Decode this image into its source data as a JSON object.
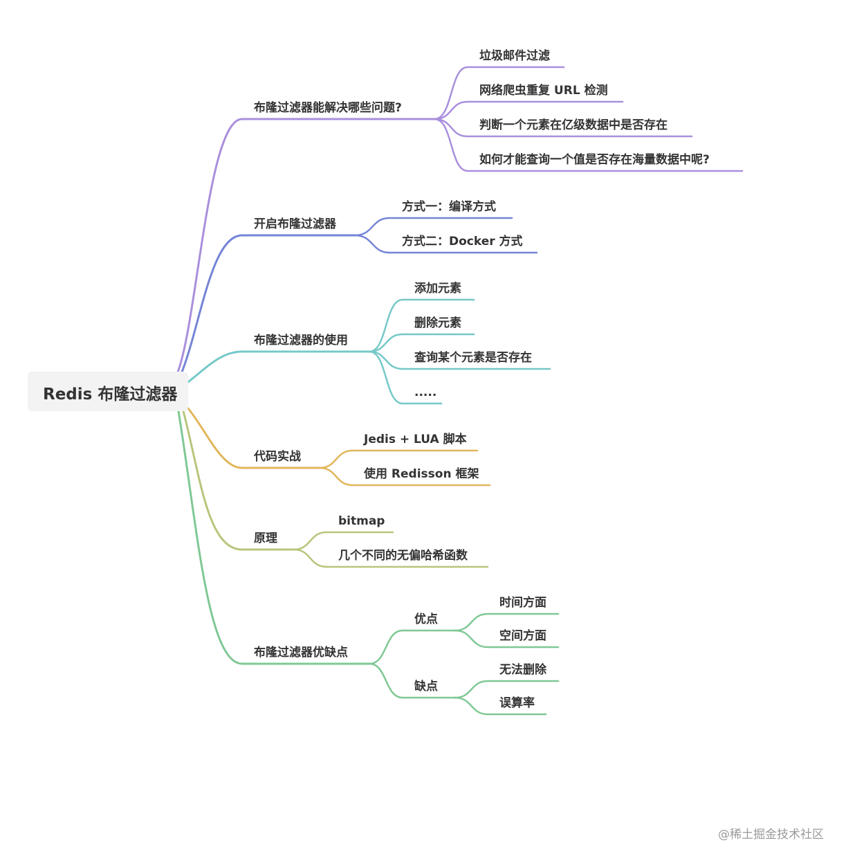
{
  "root": {
    "label": "Redis 布隆过滤器"
  },
  "colors": {
    "purple": "#a98fdc",
    "blue": "#7484d6",
    "teal": "#76c8c8",
    "orange": "#e1b65a",
    "olive": "#b6c67b",
    "green": "#7fc894",
    "root_bg": "#f3f3f3",
    "text": "#333333"
  },
  "branches": [
    {
      "label": "布隆过滤器能解决哪些问题?",
      "color": "purple",
      "children": [
        "垃圾邮件过滤",
        "网络爬虫重复 URL 检测",
        "判断一个元素在亿级数据中是否存在",
        "如何才能查询一个值是否存在海量数据中呢?"
      ]
    },
    {
      "label": "开启布隆过滤器",
      "color": "blue",
      "children": [
        "方式一：编译方式",
        "方式二：Docker 方式"
      ]
    },
    {
      "label": "布隆过滤器的使用",
      "color": "teal",
      "children": [
        "添加元素",
        "删除元素",
        "查询某个元素是否存在",
        "....."
      ]
    },
    {
      "label": "代码实战",
      "color": "orange",
      "children": [
        "Jedis + LUA 脚本",
        "使用 Redisson 框架"
      ]
    },
    {
      "label": "原理",
      "color": "olive",
      "children": [
        "bitmap",
        "几个不同的无偏哈希函数"
      ]
    },
    {
      "label": "布隆过滤器优缺点",
      "color": "green",
      "children": [
        {
          "label": "优点",
          "children": [
            "时间方面",
            "空间方面"
          ]
        },
        {
          "label": "缺点",
          "children": [
            "无法删除",
            "误算率"
          ]
        }
      ]
    }
  ],
  "watermark": "@稀土掘金技术社区"
}
